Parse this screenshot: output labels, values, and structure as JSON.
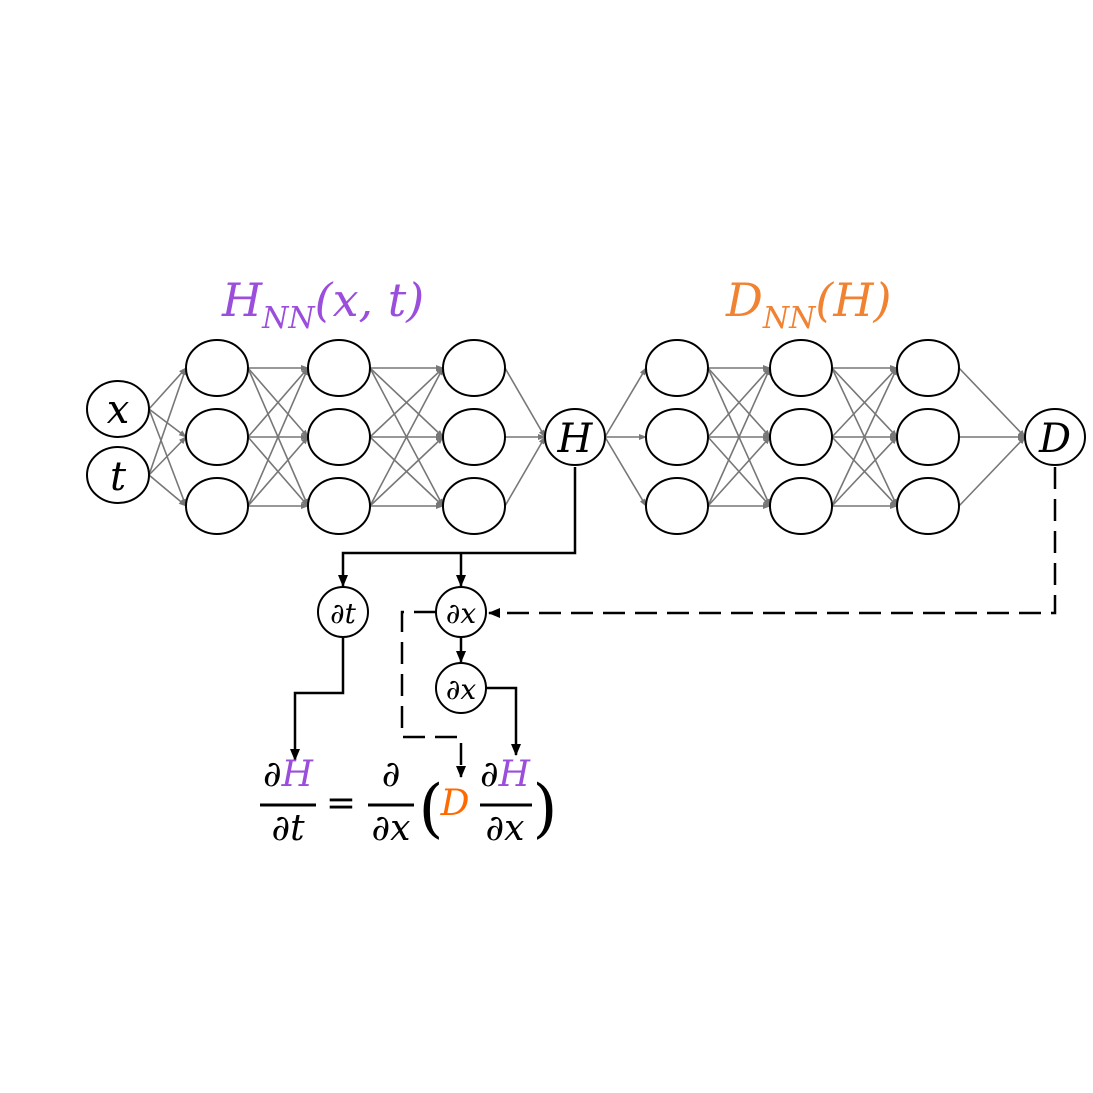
{
  "colors": {
    "purple": "#9b4ddb",
    "orange": "#f08232",
    "orange_eq": "#ff6a00",
    "edge": "#777777",
    "ink": "#000000"
  },
  "titles": {
    "h_net": {
      "main": "H",
      "sub": "NN",
      "args": "(x, t)"
    },
    "d_net": {
      "main": "D",
      "sub": "NN",
      "args": "(H)"
    }
  },
  "nodes": {
    "input_x": "x",
    "input_t": "t",
    "output_h": "H",
    "output_d": "D",
    "deriv_t": "∂t",
    "deriv_x1": "∂x",
    "deriv_x2": "∂x"
  },
  "equation": {
    "lhs_num_d": "∂",
    "lhs_num_h": "H",
    "lhs_den": "∂t",
    "equals": "=",
    "op_num": "∂",
    "op_den": "∂x",
    "lparen": "(",
    "coef": "D",
    "inner_num_d": "∂",
    "inner_num_h": "H",
    "inner_den": "∂x",
    "rparen": ")"
  }
}
